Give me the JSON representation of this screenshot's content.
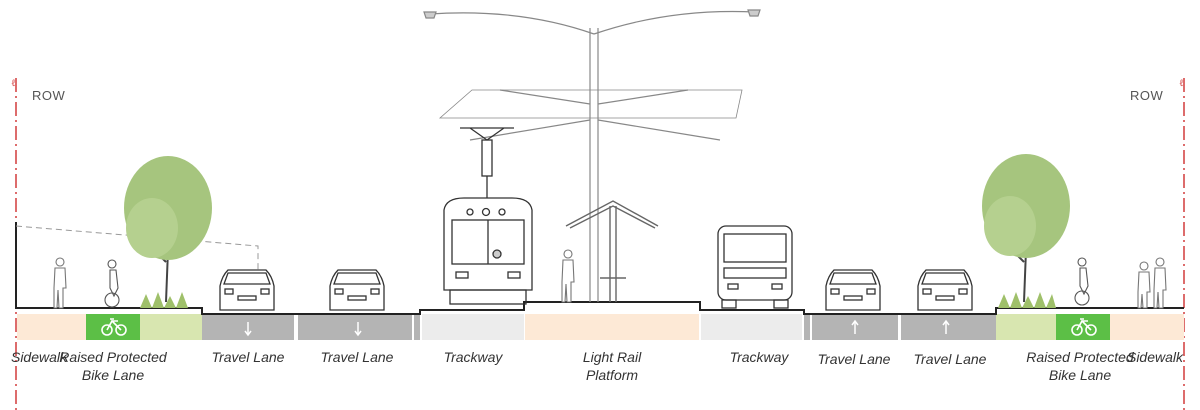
{
  "row_label": "ROW",
  "colors": {
    "sidewalk": "#fde9d6",
    "bike_lane": "#5cbf46",
    "planting": "#d8e6b0",
    "travel_lane": "#b4b4b4",
    "trackway": "#ececec",
    "platform": "#fde9d6",
    "tree_canopy": "#a6c57e",
    "grass": "#9fc06a",
    "row_line": "#d23c3c",
    "line": "#222222",
    "sketch": "#999999"
  },
  "segments": [
    {
      "label": "Sidewalk",
      "type": "sidewalk"
    },
    {
      "label": "Raised Protected Bike Lane",
      "type": "bike_lane"
    },
    {
      "label": "Travel Lane",
      "type": "travel_lane",
      "arrow": "down"
    },
    {
      "label": "Travel Lane",
      "type": "travel_lane",
      "arrow": "down"
    },
    {
      "label": "Trackway",
      "type": "trackway"
    },
    {
      "label": "Light Rail Platform",
      "type": "platform"
    },
    {
      "label": "Trackway",
      "type": "trackway"
    },
    {
      "label": "Travel Lane",
      "type": "travel_lane",
      "arrow": "up"
    },
    {
      "label": "Travel Lane",
      "type": "travel_lane",
      "arrow": "up"
    },
    {
      "label": "Raised Protected Bike Lane",
      "type": "bike_lane"
    },
    {
      "label": "Sidewalk",
      "type": "sidewalk"
    }
  ]
}
